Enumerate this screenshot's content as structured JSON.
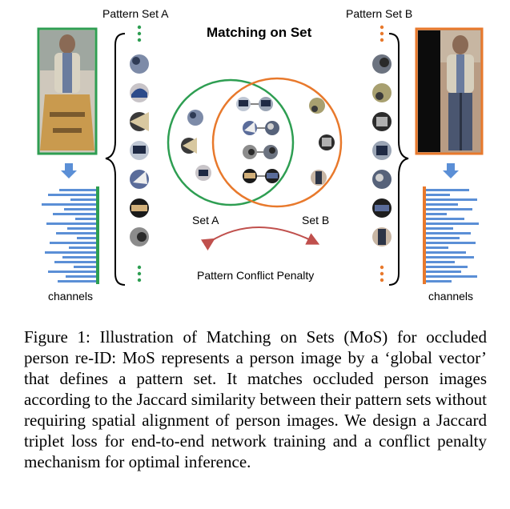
{
  "figure": {
    "title": "Matching on Set",
    "pattern_set_a": "Pattern Set A",
    "pattern_set_b": "Pattern Set B",
    "set_a": "Set A",
    "set_b": "Set B",
    "penalty": "Pattern Conflict Penalty",
    "channels_left": "channels",
    "channels_right": "channels",
    "colors": {
      "green": "#2e9e52",
      "orange": "#e8792c",
      "blue": "#5b8fd6",
      "arrow_red": "#c0504d"
    }
  },
  "caption": {
    "text": "Figure 1: Illustration of Matching on Sets (MoS) for occluded person re-ID: MoS represents a person image by a ‘global vector’ that defines a pattern set. It matches occluded person images according to the Jaccard similarity between their pattern sets without requiring spatial alignment of person images. We design a Jaccard triplet loss for end-to-end network training and a conflict penalty mechanism for optimal inference."
  }
}
